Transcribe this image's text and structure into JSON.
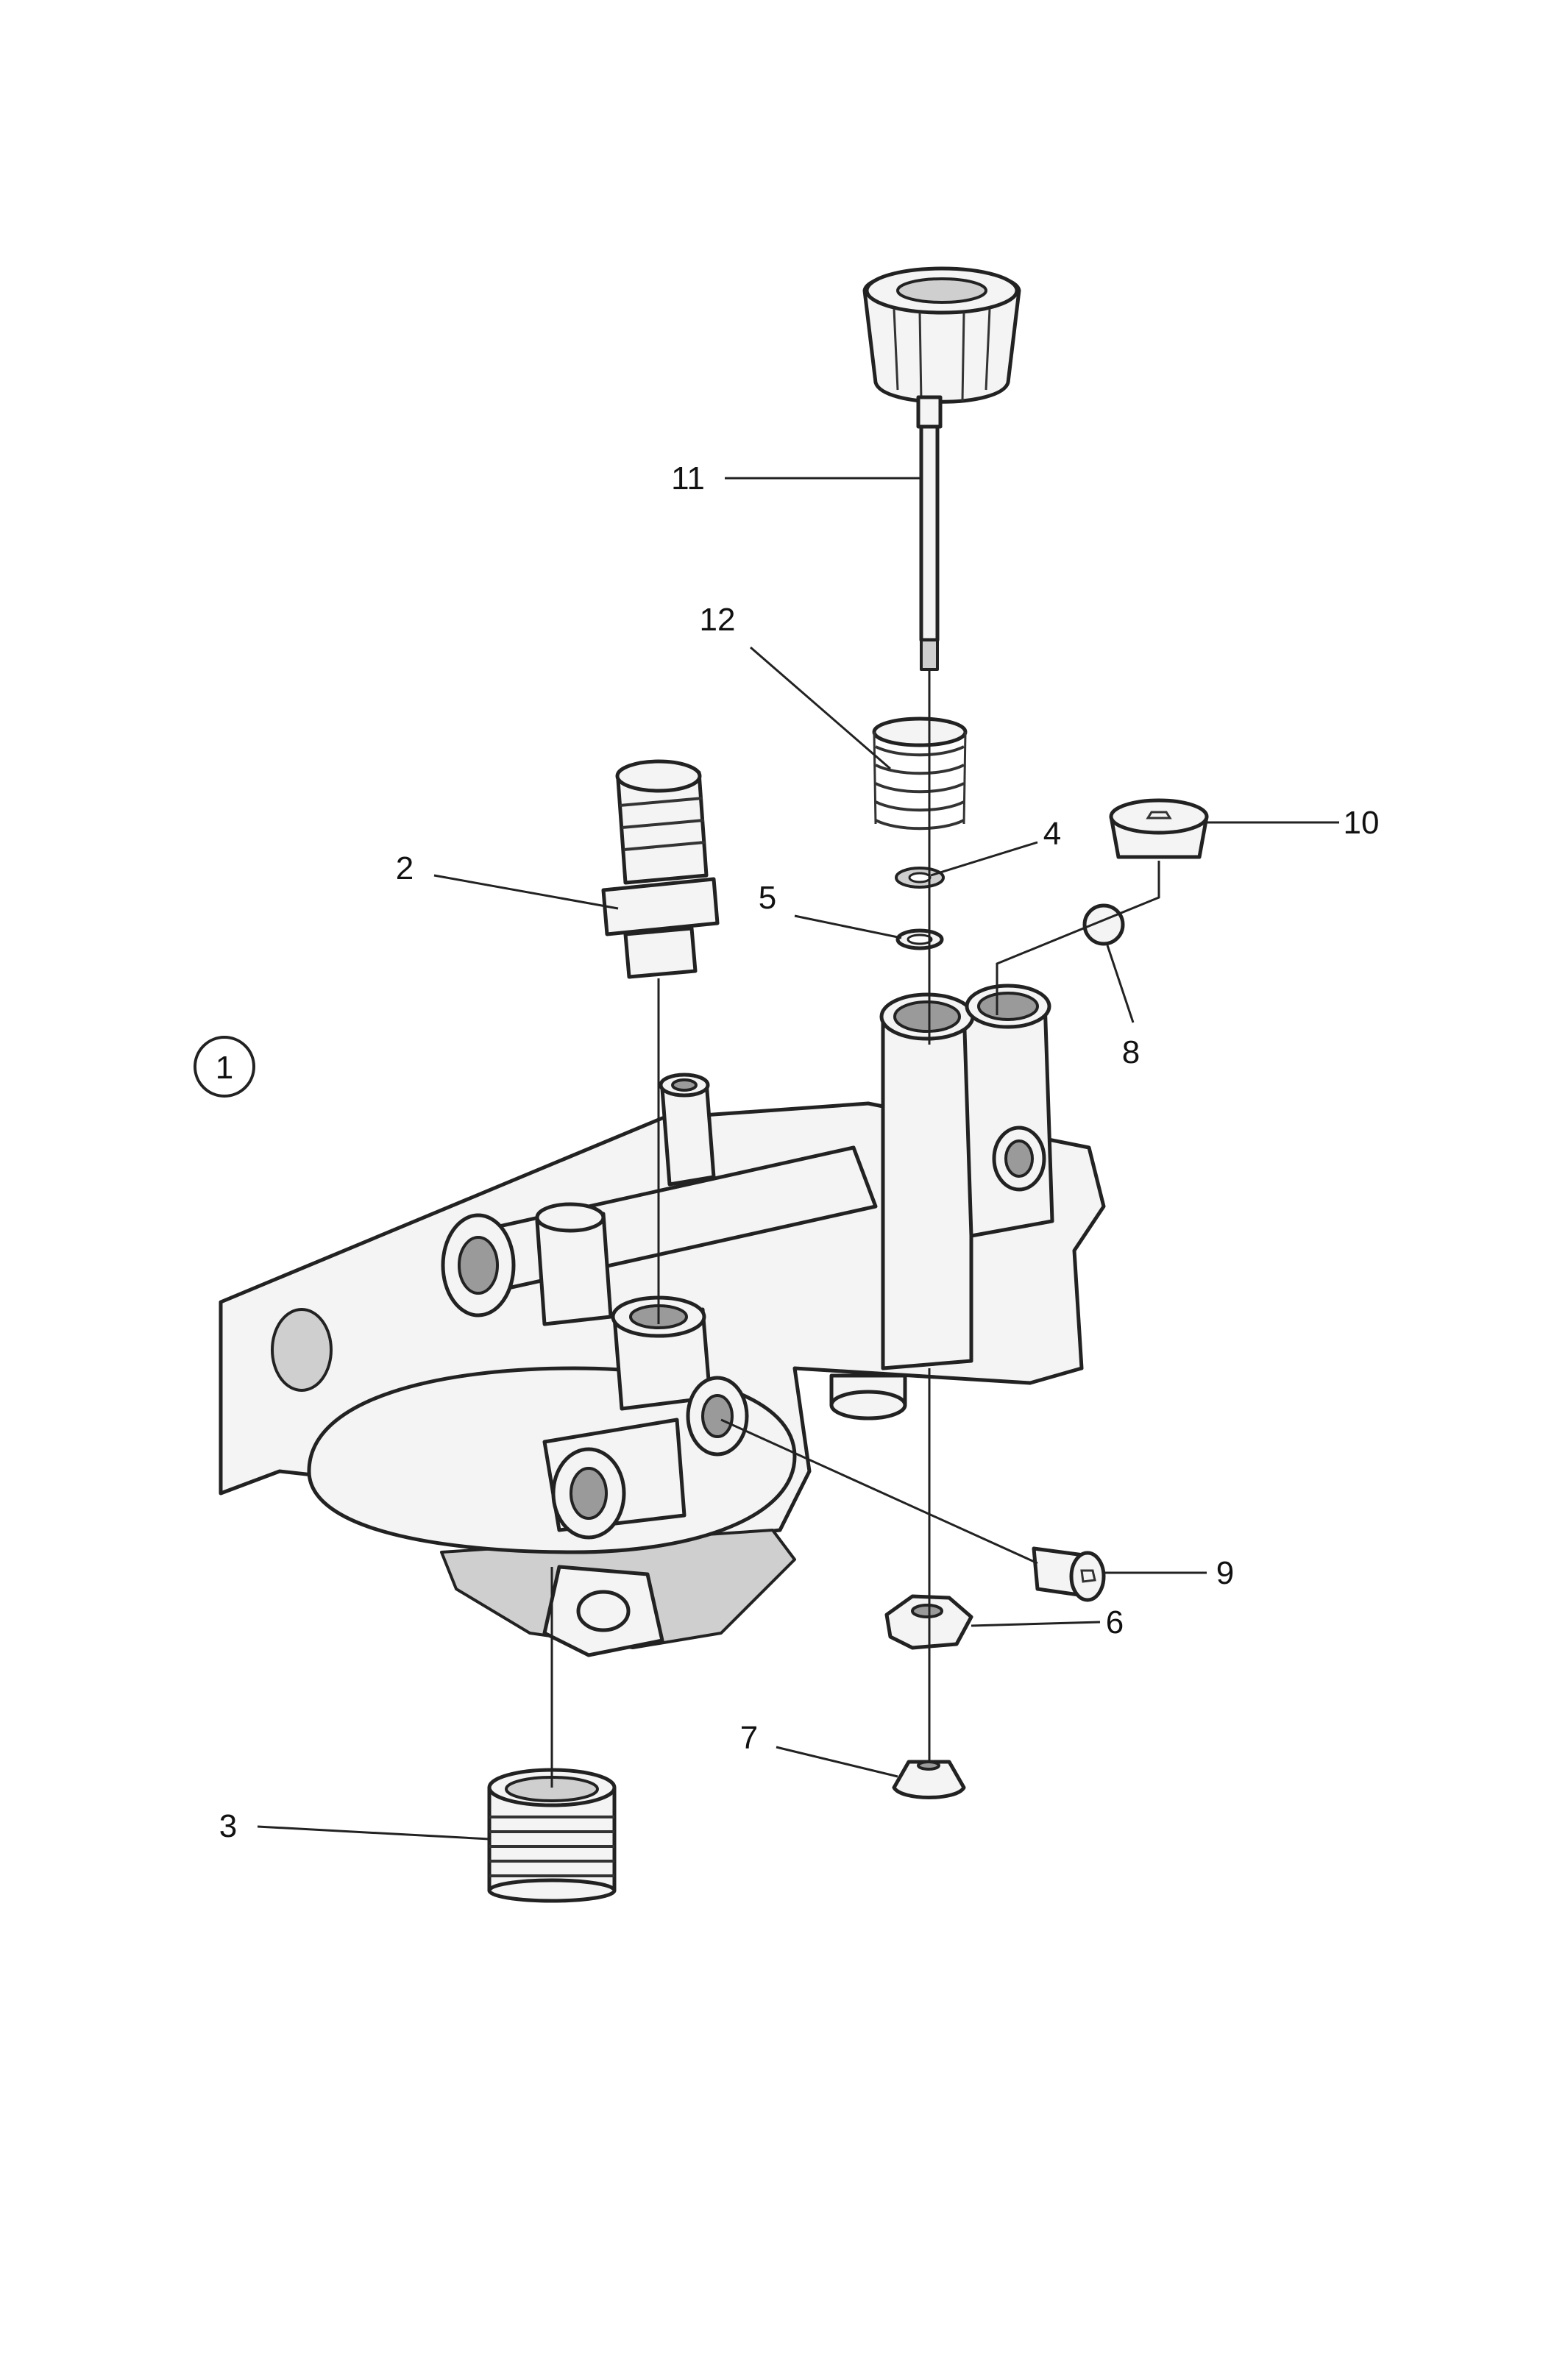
{
  "assembly_callout": "1",
  "callouts": [
    {
      "id": "c11",
      "label": "11"
    },
    {
      "id": "c12",
      "label": "12"
    },
    {
      "id": "c2",
      "label": "2"
    },
    {
      "id": "c4",
      "label": "4"
    },
    {
      "id": "c5",
      "label": "5"
    },
    {
      "id": "c10",
      "label": "10"
    },
    {
      "id": "c8",
      "label": "8"
    },
    {
      "id": "c9",
      "label": "9"
    },
    {
      "id": "c6",
      "label": "6"
    },
    {
      "id": "c7",
      "label": "7"
    },
    {
      "id": "c3",
      "label": "3"
    }
  ]
}
